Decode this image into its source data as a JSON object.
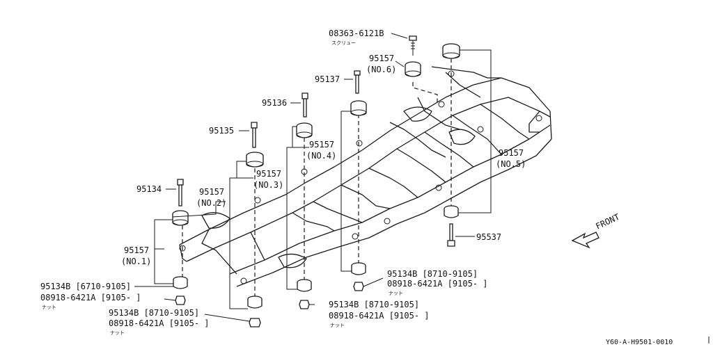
{
  "labels": {
    "screw_pn": "08363-6121B",
    "screw_jp": "スクリュー",
    "no6_pn": "95157",
    "no6_tag": "(NO.6)",
    "bolt_95137": "95137",
    "bolt_95136": "95136",
    "bolt_95135": "95135",
    "no4_pn": "95157",
    "no4_tag": "(NO.4)",
    "no3_pn": "95157",
    "no3_tag": "(NO.3)",
    "bolt_95134": "95134",
    "no2_pn": "95157",
    "no2_tag": "(NO.2)",
    "no1_pn": "95157",
    "no1_tag": "(NO.1)",
    "no5_pn": "95157",
    "no5_tag": "(NO.5)",
    "bolt_95537": "95537",
    "front": "FRONT",
    "nut_left_a": "95134B [6710-9105]",
    "nut_left_b": "08918-6421A [9105-      ]",
    "nut_left_jp": "ナット",
    "nut_mid_a": "95134B [8710-9105]",
    "nut_mid_b": "08918-6421A [9105-      ]",
    "nut_mid_jp": "ナット",
    "nut_center_a": "95134B [8710-9105]",
    "nut_center_b": "08918-6421A [9105-      ]",
    "nut_center_jp": "ナット",
    "nut_right_a": "95134B [8710-9105]",
    "nut_right_b": "08918-6421A [9105-      ]",
    "nut_right_jp": "ナット",
    "diagram_code": "Y60-A-H9501-0010"
  }
}
